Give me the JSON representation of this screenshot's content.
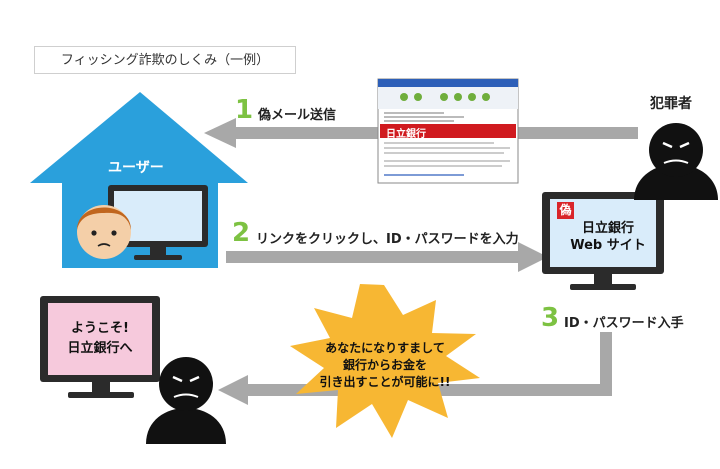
{
  "title": "フィッシング詐欺のしくみ（一例）",
  "actors": {
    "user": "ユーザー",
    "attacker": "犯罪者"
  },
  "steps": [
    {
      "num": "1",
      "text": "偽メール送信"
    },
    {
      "num": "2",
      "text": "リンクをクリックし、ID・パスワードを入力"
    },
    {
      "num": "3",
      "text": "ID・パスワード入手"
    }
  ],
  "email": {
    "banner": "日立銀行"
  },
  "fake_site": {
    "badge": "偽",
    "line1": "日立銀行",
    "line2": "Web サイト"
  },
  "welcome": {
    "line1": "ようこそ!",
    "line2": "日立銀行へ"
  },
  "burst": {
    "line1": "あなたになりすまして",
    "line2": "銀行からお金を",
    "line3": "引き出すことが可能に!!"
  },
  "colors": {
    "house": "#2aa0dc",
    "arrow": "#a8a8a8",
    "step_number": "#7dc242",
    "burst": "#f7b733",
    "monitor_screen_user": "#d9ecfa",
    "monitor_screen_fake": "#d9ecfa",
    "monitor_screen_welcome": "#f6c9dc",
    "badge": "#d9252a"
  }
}
